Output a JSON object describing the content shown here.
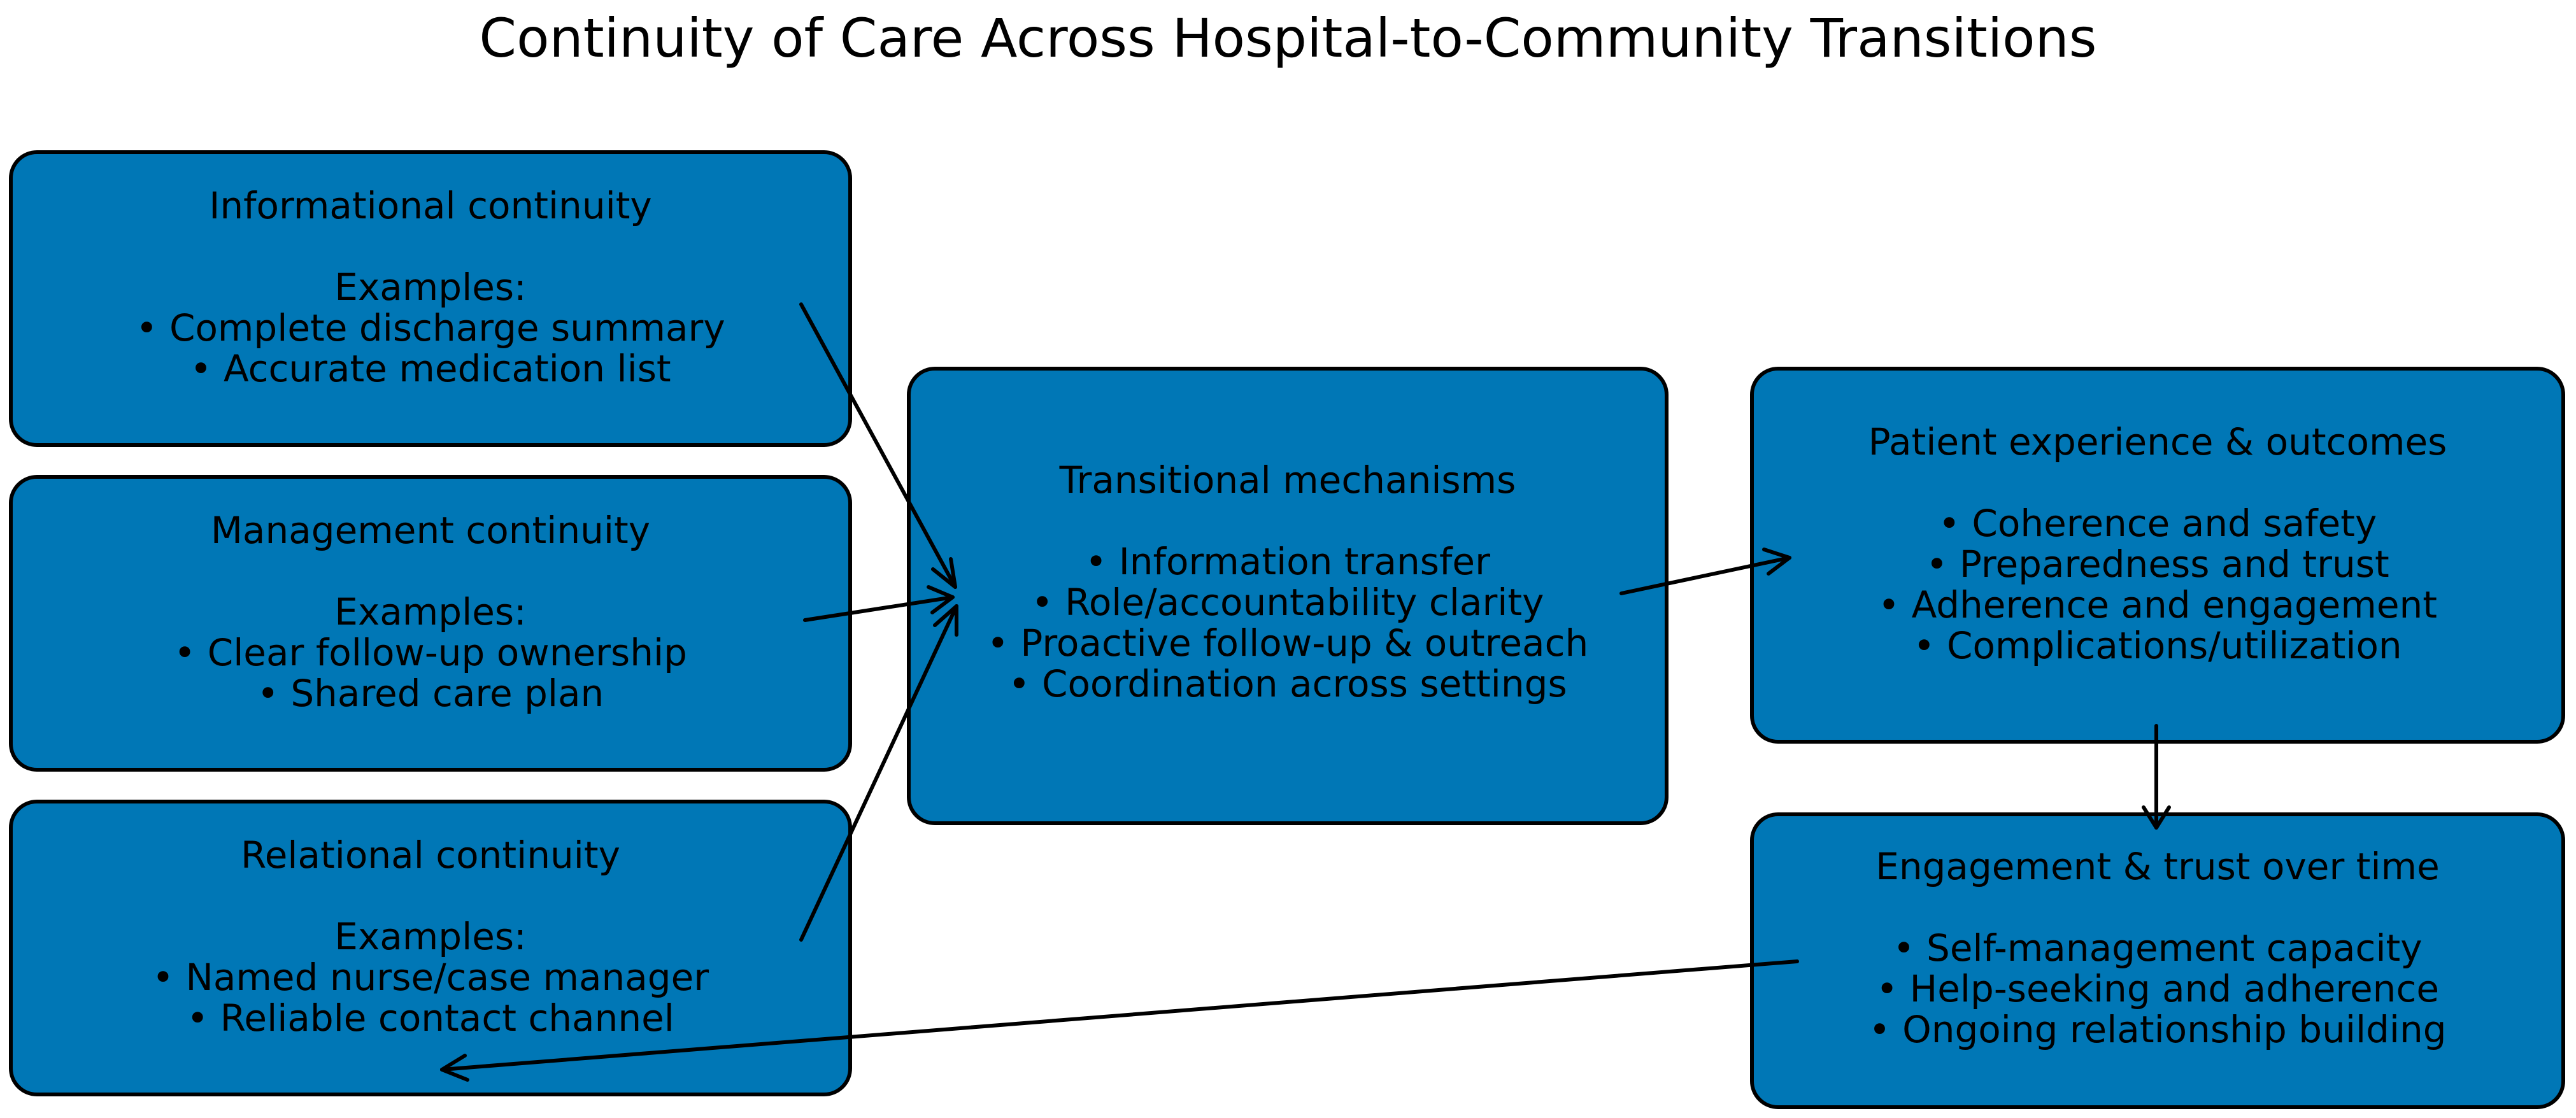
{
  "title": "Continuity of Care Across Hospital-to-Community Transitions",
  "colors": {
    "box_fill": "#0077b6",
    "box_border": "#000000",
    "text": "#000000",
    "arrow": "#000000",
    "background": "#ffffff"
  },
  "nodes": {
    "informational": {
      "title": "Informational continuity",
      "subheading": "Examples:",
      "items": [
        "• Complete discharge summary",
        "• Accurate medication list"
      ]
    },
    "management": {
      "title": "Management continuity",
      "subheading": "Examples:",
      "items": [
        "• Clear follow-up ownership",
        "• Shared care plan"
      ]
    },
    "relational": {
      "title": "Relational continuity",
      "subheading": "Examples:",
      "items": [
        "• Named nurse/case manager",
        "• Reliable contact channel"
      ]
    },
    "mechanisms": {
      "title": "Transitional mechanisms",
      "items": [
        "• Information transfer",
        "• Role/accountability clarity",
        "• Proactive follow-up & outreach",
        "• Coordination across settings"
      ]
    },
    "outcomes": {
      "title": "Patient experience & outcomes",
      "items": [
        "• Coherence and safety",
        "• Preparedness and trust",
        "• Adherence and engagement",
        "• Complications/utilization"
      ]
    },
    "engagement": {
      "title": "Engagement & trust over time",
      "items": [
        "• Self-management capacity",
        "• Help-seeking and adherence",
        "• Ongoing relationship building"
      ]
    }
  },
  "edges": [
    {
      "from": "informational",
      "to": "mechanisms"
    },
    {
      "from": "management",
      "to": "mechanisms"
    },
    {
      "from": "relational",
      "to": "mechanisms"
    },
    {
      "from": "mechanisms",
      "to": "outcomes"
    },
    {
      "from": "outcomes",
      "to": "engagement"
    },
    {
      "from": "engagement",
      "to": "relational"
    }
  ]
}
